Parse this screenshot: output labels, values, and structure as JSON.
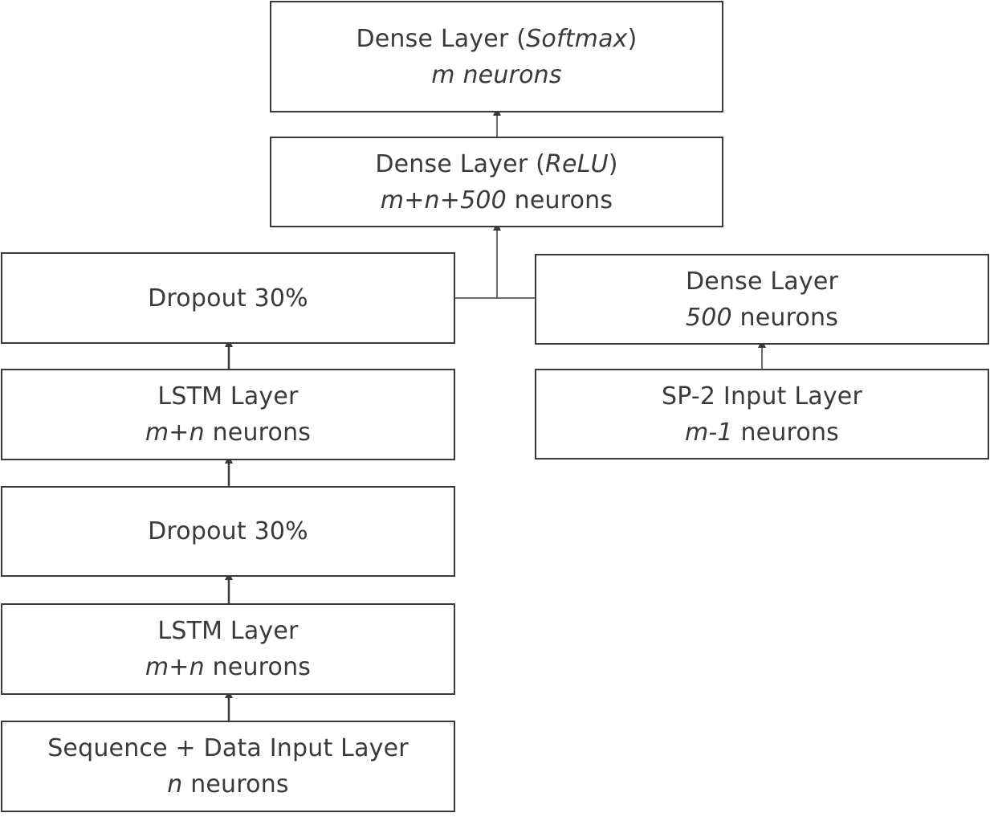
{
  "layers": {
    "softmax": {
      "l1_a": "Dense Layer (",
      "l1_b": "Softmax",
      "l1_c": ")",
      "l2_a": "m neurons"
    },
    "relu": {
      "l1_a": "Dense Layer (",
      "l1_b": "ReLU",
      "l1_c": ")",
      "l2_a": "m+n+500",
      "l2_b": " neurons"
    },
    "dropout_top": {
      "l1": "Dropout 30%"
    },
    "dense_500": {
      "l1": "Dense Layer",
      "l2_a": "500",
      "l2_b": " neurons"
    },
    "lstm_top": {
      "l1": "LSTM Layer",
      "l2_a": "m+n",
      "l2_b": " neurons"
    },
    "sp2_input": {
      "l1": "SP-2 Input Layer",
      "l2_a": "m-1",
      "l2_b": " neurons"
    },
    "dropout_bottom": {
      "l1": "Dropout 30%"
    },
    "lstm_bottom": {
      "l1": "LSTM Layer",
      "l2_a": "m+n",
      "l2_b": " neurons"
    },
    "seq_input": {
      "l1": "Sequence + Data Input Layer",
      "l2_a": "n",
      "l2_b": " neurons"
    }
  },
  "colors": {
    "stroke": "#3a3a3a",
    "text": "#3a3a3a",
    "background": "#ffffff"
  }
}
